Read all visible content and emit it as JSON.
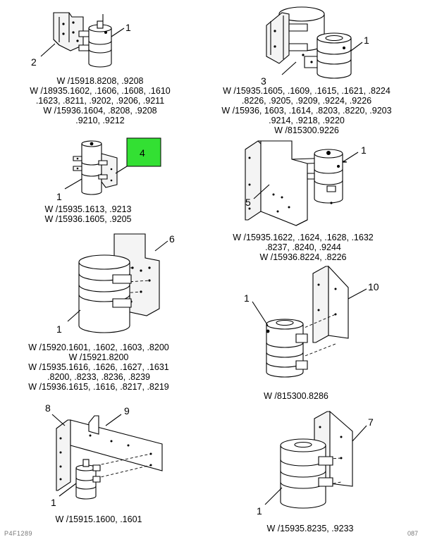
{
  "diagram": {
    "callouts": {
      "p1": [
        "1",
        "2"
      ],
      "p2": [
        "1",
        "3"
      ],
      "p3": [
        "4",
        "1"
      ],
      "p4": [
        "1",
        "5"
      ],
      "p5": [
        "6",
        "1"
      ],
      "p6": [
        "1",
        "10"
      ],
      "p7": [
        "8",
        "9",
        "1"
      ],
      "p8": [
        "7",
        "1"
      ]
    },
    "highlight_color": "#33e033",
    "captions": {
      "p1": [
        "W /15918.8208, .9208",
        "W /18935.1602, .1606, .1608, .1610",
        ".1623, .8211, .9202, .9206, .9211",
        "W /15936.1604, .8208, .9208",
        ".9210, .9212"
      ],
      "p2": [
        "3",
        "W /15935.1605, .1609, .1615, .1621, .8224",
        ".8226, .9205, .9209, .9224, .9226",
        "W /15936, 1603, .1614, .8203, .8220, .9203",
        ".9214, .9218, .9220",
        "W /815300.9226"
      ],
      "p3": [
        "W /15935.1613, .9213",
        "W /15936.1605, .9205"
      ],
      "p4": [
        "W /15935.1622, .1624, .1628, .1632",
        ".8237, .8240, .9244",
        "W /15936.8224, .8226"
      ],
      "p5": [
        "W /15920.1601, .1602, .1603, .8200",
        "W /15921.8200",
        "W /15935.1616, .1626, .1627, .1631",
        ".8200, .8233, .8236, .8239",
        "W /15936.1615, .1616, .8217, .8219"
      ],
      "p6": [
        "W /815300.8286"
      ],
      "p7": [
        "W /15915.1600, .1601"
      ],
      "p8": [
        "W /15935.8235, .9233"
      ]
    },
    "footer_left": "P4F1289",
    "footer_right": "087"
  }
}
